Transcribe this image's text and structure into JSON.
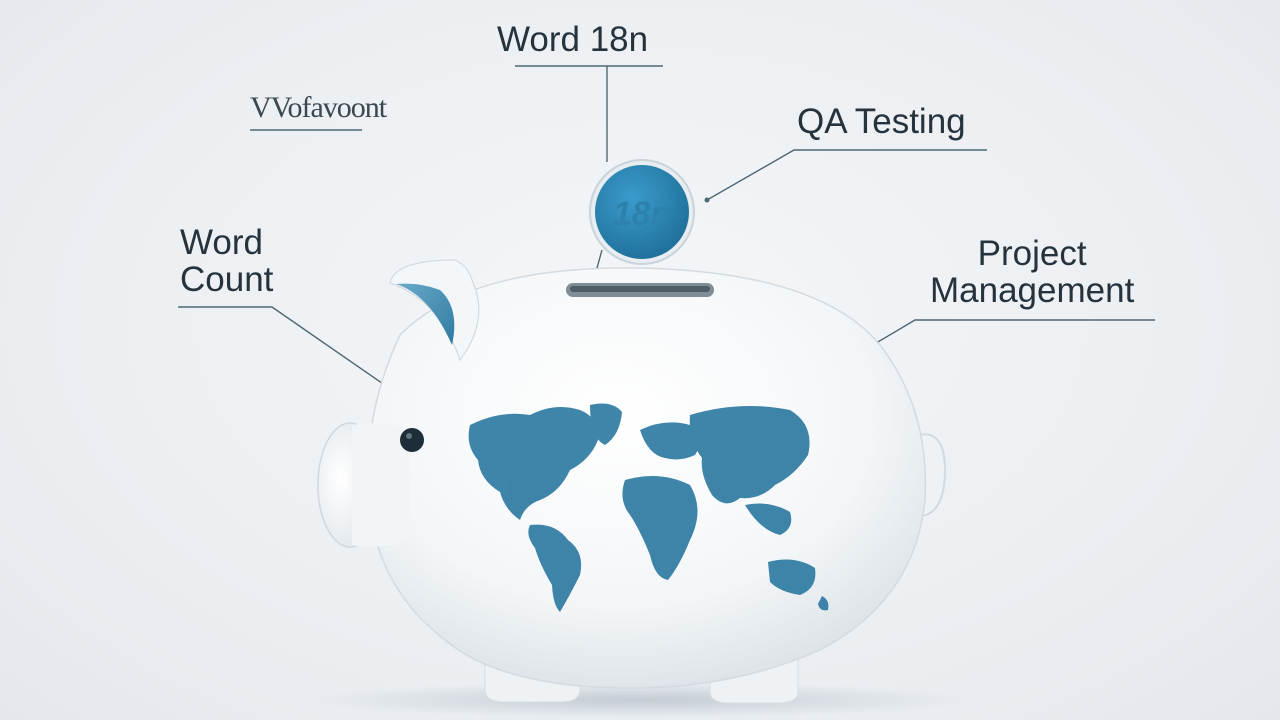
{
  "labels": {
    "top_label": "Word 18n",
    "garbled_label": "VVofavoont",
    "qa_label": "QA Testing",
    "word_count_line1": "Word",
    "word_count_line2": "Count",
    "pm_line1": "Project",
    "pm_line2": "Management"
  },
  "coin": {
    "text": "18n"
  },
  "colors": {
    "accent": "#2a7fa8",
    "map": "#2f7ba3",
    "pig_body": "#f7f9fb",
    "leader_line": "#4a6472"
  }
}
